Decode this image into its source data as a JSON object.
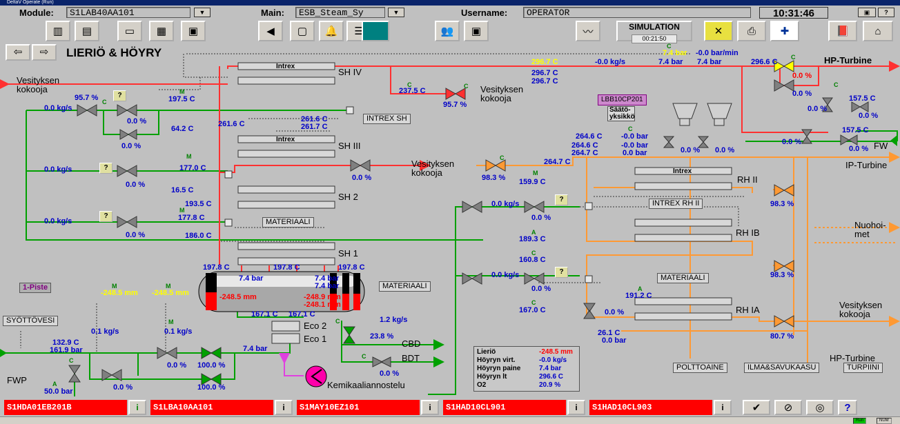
{
  "window": {
    "title": "DeltaV Operate (Run)"
  },
  "header": {
    "module_label": "Module:",
    "module_value": "S1LAB40AA101",
    "main_label": "Main:",
    "main_value": "ESB_Steam_Sy",
    "user_label": "Username:",
    "user_value": "OPERATOR",
    "clock": "10:31:46",
    "help": "?"
  },
  "sim": {
    "label": "SIMULATION",
    "time": "00:21:50"
  },
  "page": {
    "title": "LIERIÖ & HÖYRY"
  },
  "exchangers": {
    "intrex": "Intrex",
    "sh4": "SH IV",
    "sh3": "SH III",
    "sh2": "SH 2",
    "sh1": "SH 1",
    "rh2": "RH II",
    "rh1b": "RH IB",
    "rh1a": "RH IA",
    "eco2": "Eco 2",
    "eco1": "Eco 1"
  },
  "boxes": {
    "intrex_sh": "INTREX SH",
    "materiaali": "MATERIAALI",
    "intrex_rh2": "INTREX RH II",
    "syottovesi": "SYÖTTÖVESI",
    "pist1": "1-Piste",
    "lbb": "LBB10CP201",
    "saato": "Säätö-yksikkö",
    "polttoaine": "POLTTOAINE",
    "ilma": "ILMA&SAVUKAASU",
    "turpiini": "TURPIINI"
  },
  "dest": {
    "vesi": "Vesityksen kokooja",
    "vesi2": "Vesityksen kokooja",
    "vesi3": "Vesityksen kokooja",
    "vesi4": "Vesityksen kokooja",
    "vesi5": "Vesityksen kokooja",
    "hp": "HP-Turbine",
    "hp2": "HP-Turbine",
    "ip": "IP-Turbine",
    "fw": "FW",
    "nuoho": "Nuohoi-met",
    "cbd": "CBD",
    "bdt": "BDT",
    "fwp": "FWP",
    "kemi": "Kemikaaliannostelu"
  },
  "values": {
    "v957a": "95.7 %",
    "v1975": "197.5 C",
    "v00kgs_a": "0.0 kg/s",
    "v00pa": "0.0 %",
    "v00pb": "0.0 %",
    "v2375": "237.5 C",
    "v957b": "95.7 %",
    "v2967a": "296.7 C",
    "v2967b": "296.7 C",
    "v2967c": "296.7 C",
    "vm00kgs": "-0.0 kg/s",
    "v74bar_y": "7.4 bar",
    "v74bar_a": "7.4 bar",
    "vm00barmin": "-0.0 bar/min",
    "v74bar_b": "7.4 bar",
    "v2966": "296.6 C",
    "v00p_r": "0.0 %",
    "v00p_hp": "0.0 %",
    "v1575a": "157.5 C",
    "v00p_c1": "0.0 %",
    "v00p_c2": "0.0 %",
    "v1575b": "157.5 C",
    "v00p_c3": "0.0 %",
    "v00p_c4": "0.0 %",
    "v642": "64.2 C",
    "v2616a": "261.6 C",
    "v2616b": "261.6 C",
    "v2617": "261.7 C",
    "v00kgs_b": "0.0 kg/s",
    "v1770": "177.0 C",
    "v00p_d": "0.0 %",
    "v00p_e": "0.0 %",
    "v983a": "98.3 %",
    "v2647": "264.7 C",
    "v2646a": "264.6 C",
    "v2646b": "264.6 C",
    "v2647b": "264.7 C",
    "vm00bar_a": "-0.0 bar",
    "vm00bar_b": "-0.0 bar",
    "vm00bar_c": "-0.0 bar",
    "v00bar_a": "0.0 bar",
    "v00bar_b": "0.0 bar",
    "v00p_f": "0.0 %",
    "v00p_g": "0.0 %",
    "v1599": "159.9 C",
    "v165": "16.5 C",
    "v1935": "193.5 C",
    "v1778": "177.8 C",
    "v00kgs_c": "0.0 kg/s",
    "v00p_h": "0.0 %",
    "v1860": "186.0 C",
    "v00kgs_d": "0.0 kg/s",
    "v00p_i": "0.0 %",
    "v983b": "98.3 %",
    "v1893": "189.3 C",
    "v1608": "160.8 C",
    "v00kgs_e": "0.0 kg/s",
    "v00p_j": "0.0 %",
    "v983c": "98.3 %",
    "v1978a": "197.8 C",
    "v1978b": "197.8 C",
    "v1978c": "197.8 C",
    "v74bar_c": "7.4 bar",
    "v74bar_d": "7.4 bar",
    "v74bar_e": "7.4 bar",
    "vm2485a": "-248.5 mm",
    "vm2485b": "-248.5 mm",
    "vm2485c": "-248.5 mm",
    "vm2489": "-248.9 mm",
    "vm2481": "-248.1 mm",
    "v1671a": "167.1 C",
    "v1671b": "167.1 C",
    "v12kgs": "1.2 kg/s",
    "v238": "23.8 %",
    "v00p_k": "0.0 %",
    "v1912": "191.2 C",
    "v00p_l": "0.0 %",
    "v1670": "167.0 C",
    "v261": "26.1 C",
    "v00bar_c": "0.0 bar",
    "v807": "80.7 %",
    "v1329": "132.9 C",
    "v1619": "161.9 bar",
    "v01kgs_a": "0.1 kg/s",
    "v01kgs_b": "0.1 kg/s",
    "v00p_m": "0.0 %",
    "v1000a": "100.0 %",
    "v1000b": "100.0 %",
    "v00p_n": "0.0 %",
    "v74bar_f": "7.4 bar",
    "v500bar": "50.0 bar"
  },
  "lierio": {
    "rows": [
      {
        "k": "Lieriö",
        "v": "-248.5 mm"
      },
      {
        "k": "Höyryn virt.",
        "v": "-0.0 kg/s"
      },
      {
        "k": "Höyryn paine",
        "v": "7.4 bar"
      },
      {
        "k": "Höyryn lt",
        "v": "296.6 C"
      },
      {
        "k": "O2",
        "v": "20.9 %"
      }
    ]
  },
  "modes": {
    "m": "M",
    "c": "C",
    "a": "A",
    "q": "?"
  },
  "alarms": [
    "S1HDA01EB201B",
    "S1LBA10AA101",
    "S1MAY10EZ101",
    "S1HAD10CL901",
    "S1HAD10CL903"
  ],
  "alarm_info": "i",
  "status": {
    "run": "Run",
    "num": "NUM"
  },
  "colors": {
    "steam": "#ff3030",
    "water": "#00a000",
    "reheat": "#ff9933",
    "vessel": "#a0a0a0"
  }
}
